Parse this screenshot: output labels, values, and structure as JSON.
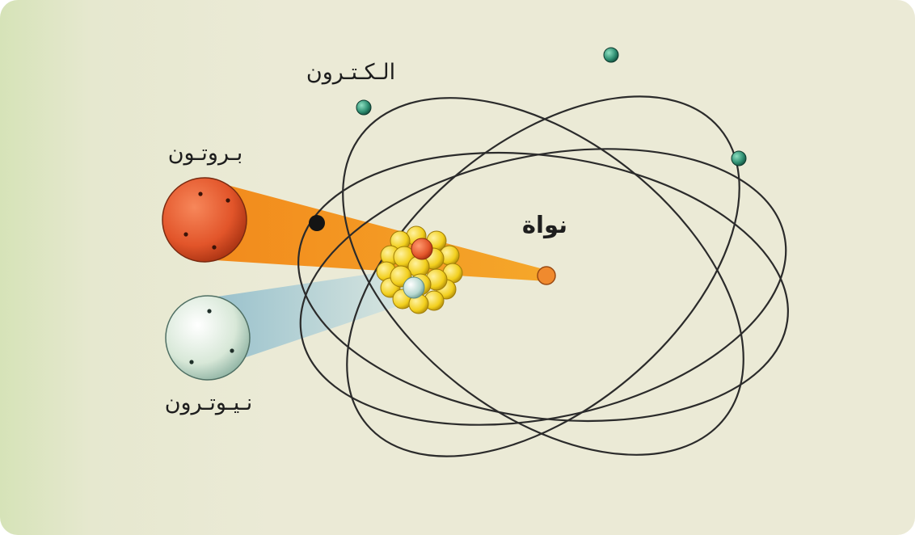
{
  "labels": {
    "electron": "الـكـتـرون",
    "proton": "بـروتـون",
    "neutron": "نـيـوتـرون",
    "nucleus": "نواة"
  },
  "colors": {
    "background": "#ebead6",
    "electron": "#2f8f72",
    "proton": "#e2552a",
    "neutron": "#d8e8d8",
    "nucleon_yellow": "#f2cf1c",
    "proton_beam": "#f39a1e",
    "neutron_beam": "#9cc3cf",
    "orbit": "#2b2b2b"
  }
}
